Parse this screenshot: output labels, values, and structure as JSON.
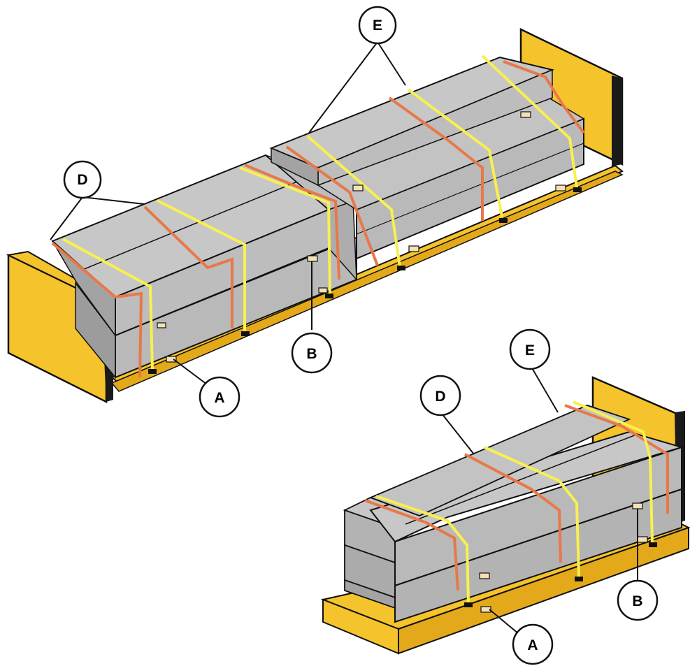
{
  "colors": {
    "platform": "#F5C32C",
    "platform_shade": "#E3A91A",
    "cargo_top": "#C7C7C7",
    "cargo_front": "#B3B3B3",
    "cargo_end": "#9C9C9C",
    "strap_orange": "#E87848",
    "strap_yellow": "#F8F050",
    "dunnage": "#F2E2B8",
    "outline": "#111111"
  },
  "callouts": {
    "top_E": "E",
    "top_D": "D",
    "top_B": "B",
    "top_A": "A",
    "bottom_E": "E",
    "bottom_D": "D",
    "bottom_B": "B",
    "bottom_A": "A"
  }
}
